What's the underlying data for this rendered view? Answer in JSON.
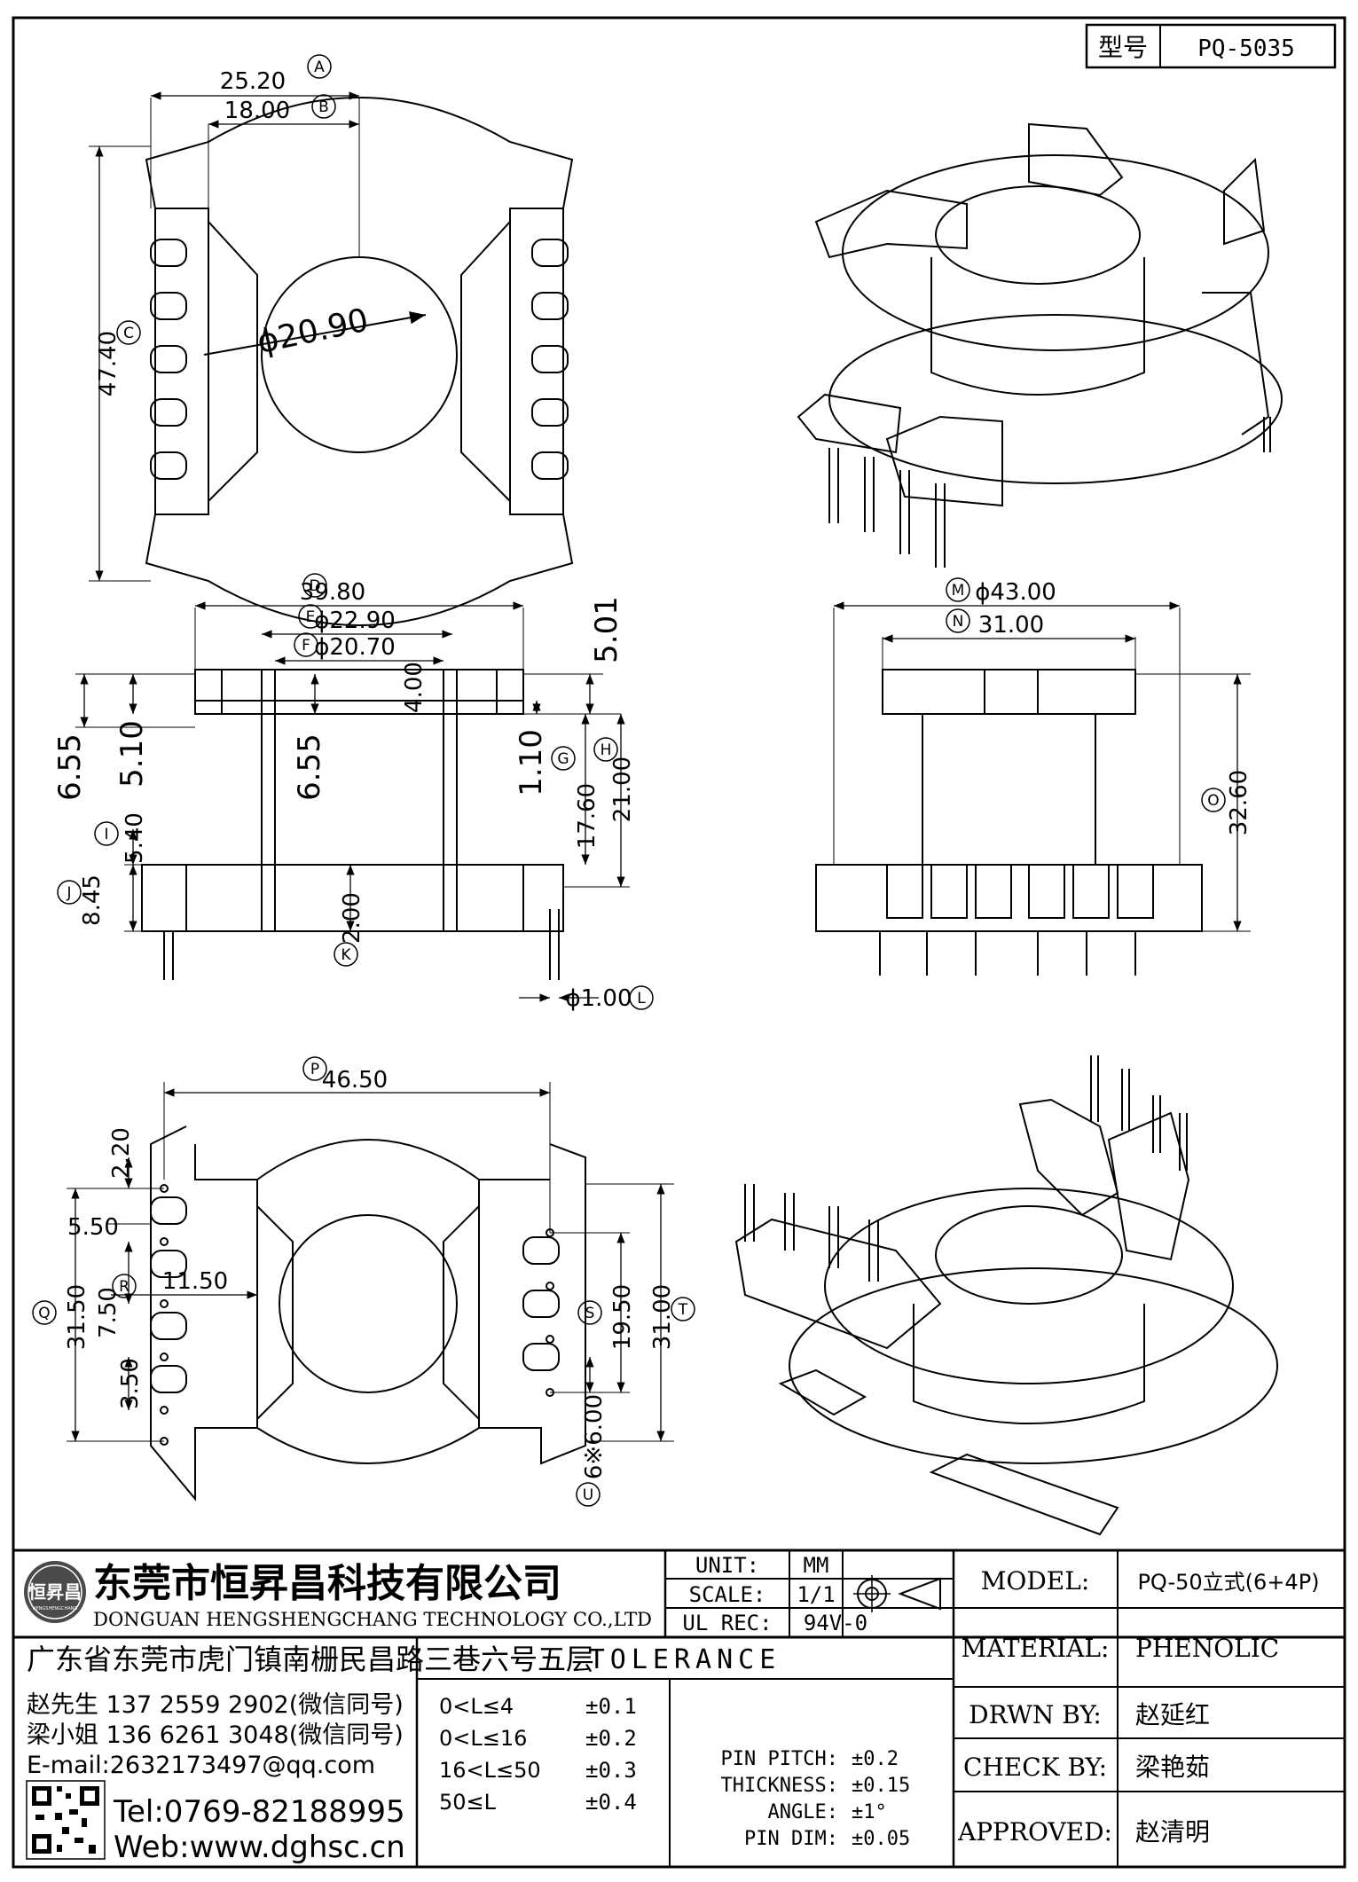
{
  "part_number": {
    "label": "型号",
    "value": "PQ-5035"
  },
  "views": {
    "top": {
      "dims": {
        "A": "25.20",
        "B": "18.00",
        "C": "47.40",
        "dia": "ϕ20.90"
      },
      "bubbles": {
        "A": "A",
        "B": "B",
        "C": "C"
      }
    },
    "front": {
      "dims": {
        "D": "39.80",
        "E": "ϕ22.90",
        "F": "ϕ20.70",
        "top_right": "5.01",
        "g_small": "4.00",
        "left1": "6.55",
        "left2": "5.10",
        "mid": "6.55",
        "G": "1.10",
        "H1": "17.60",
        "H2": "21.00",
        "I": "5.40",
        "J": "8.45",
        "K": "2.00",
        "L": "ϕ1.00"
      },
      "bubbles": {
        "D": "D",
        "E": "E",
        "F": "F",
        "G": "G",
        "H": "H",
        "I": "I",
        "J": "J",
        "K": "K",
        "L": "L"
      }
    },
    "side": {
      "dims": {
        "M": "ϕ43.00",
        "N": "31.00",
        "O": "32.60"
      },
      "bubbles": {
        "M": "M",
        "N": "N",
        "O": "O"
      }
    },
    "bottom": {
      "dims": {
        "P": "46.50",
        "a": "2.20",
        "b": "5.50",
        "R": "11.50",
        "c": "7.50",
        "Q": "31.50",
        "d": "3.50",
        "S": "19.50",
        "T": "31.00",
        "U": "6※6.00"
      },
      "bubbles": {
        "P": "P",
        "Q": "Q",
        "R": "R",
        "S": "S",
        "T": "T",
        "U": "U"
      }
    }
  },
  "title_block": {
    "company_cn": "东莞市恒昇昌科技有限公司",
    "company_en": "DONGUAN HENGSHENGCHANG TECHNOLOGY CO.,LTD",
    "logo_text": "恒昇昌",
    "logo_sub": "HENGSHENGCHANG",
    "address": "广东省东莞市虎门镇南栅民昌路三巷六号五层",
    "unit_label": "UNIT:",
    "unit_value": "MM",
    "scale_label": "SCALE:",
    "scale_value": "1/1",
    "ulrec_label": "UL REC:",
    "ulrec_value": "94V-0",
    "model_label": "MODEL:",
    "model_value": "PQ-50立式(6+4P)",
    "material_label": "MATERIAL:",
    "material_value": "PHENOLIC",
    "drwn_label": "DRWN BY:",
    "drwn_value": "赵延红",
    "check_label": "CHECK BY:",
    "check_value": "梁艳茹",
    "approved_label": "APPROVED:",
    "approved_value": "赵清明",
    "contact1": "赵先生 137 2559 2902(微信同号)",
    "contact2": "梁小姐 136 6261 3048(微信同号)",
    "email": "E-mail:2632173497@qq.com",
    "tel": "Tel:0769-82188995",
    "web": "Web:www.dghsc.cn",
    "tolerance_title": "TOLERANCE",
    "tol_rows": [
      {
        "range": "0<L≤4",
        "value": "±0.1"
      },
      {
        "range": "0<L≤16",
        "value": "±0.2"
      },
      {
        "range": "16<L≤50",
        "value": "±0.3"
      },
      {
        "range": "50≤L",
        "value": "±0.4"
      }
    ],
    "tol_extra": [
      {
        "label": "PIN PITCH:",
        "value": "±0.2"
      },
      {
        "label": "THICKNESS:",
        "value": "±0.15"
      },
      {
        "label": "ANGLE:",
        "value": "±1°"
      },
      {
        "label": "PIN DIM:",
        "value": "±0.05"
      }
    ]
  }
}
